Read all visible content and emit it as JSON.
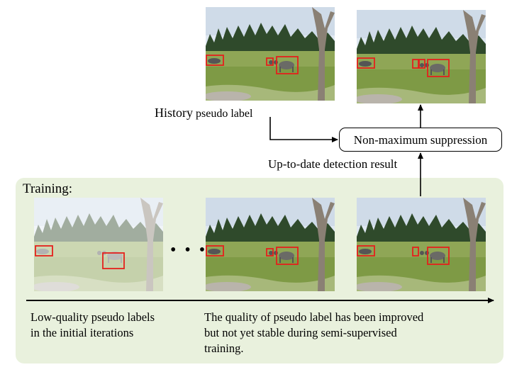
{
  "training_label": "Training:",
  "nms_label": "Non-maximum suppression",
  "history_label_part1": "History",
  "history_label_part2": "pseudo label",
  "uptodate_label": "Up-to-date detection result",
  "dots": "• • •",
  "low_quality_caption": "Low-quality pseudo labels in the initial iterations",
  "improved_caption": "The quality of pseudo label has been improved but not yet stable during semi-supervised training.",
  "colors": {
    "panel_bg": "#e9f1dd",
    "box_red": "#e4201c",
    "arrow": "#000000"
  }
}
